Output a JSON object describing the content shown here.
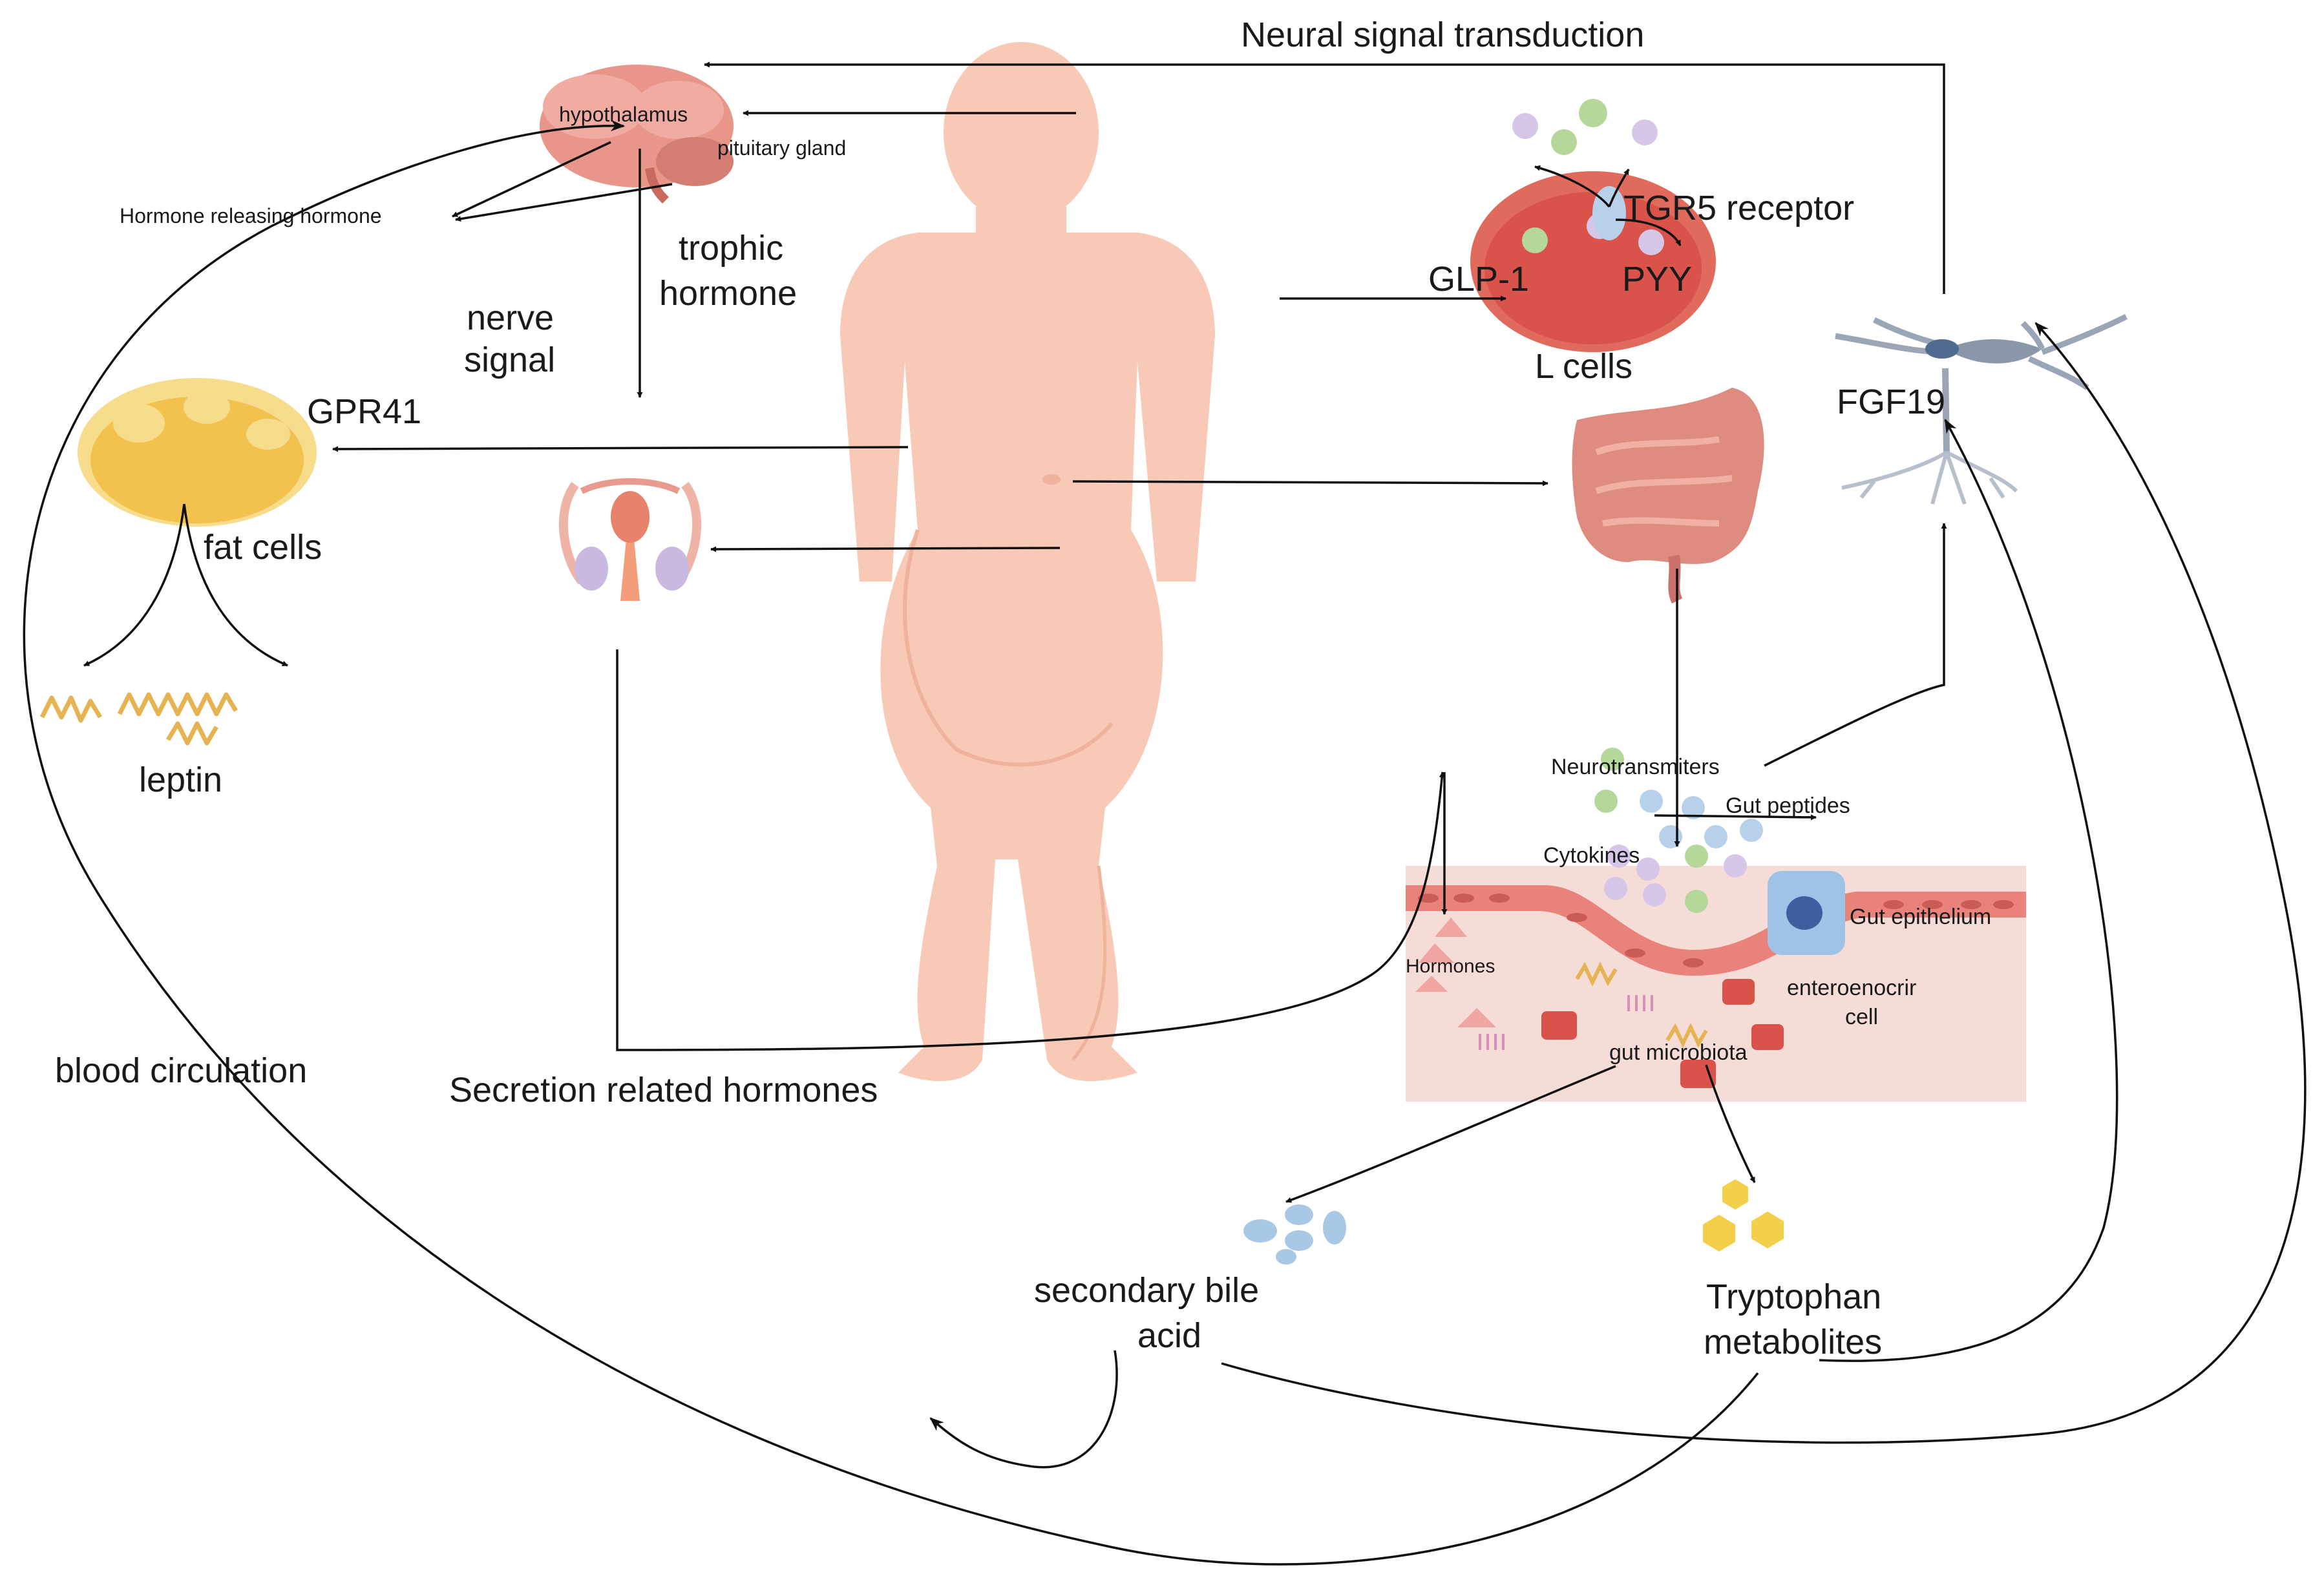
{
  "labels": {
    "neural_signal": "Neural signal transduction",
    "hypothalamus": "hypothalamus",
    "pituitary": "pituitary gland",
    "hormone_releasing": "Hormone releasing hormone",
    "trophic_1": "trophic",
    "trophic_2": "hormone",
    "nerve_1": "nerve",
    "nerve_2": "signal",
    "gpr41": "GPR41",
    "fat_cells": "fat cells",
    "leptin": "leptin",
    "tgr5": "TGR5 receptor",
    "glp1": "GLP-1",
    "pyy": "PYY",
    "l_cells": "L cells",
    "fgf19": "FGF19",
    "neurotransmitters": "Neurotransmiters",
    "gut_peptides": "Gut peptides",
    "cytokines": "Cytokines",
    "gut_epithelium": "Gut epithelium",
    "hormones": "Hormones",
    "enteroendocrine_1": "enteroenocrir",
    "enteroendocrine_2": "cell",
    "gut_microbiota": "gut microbiota",
    "blood_circulation": "blood circulation",
    "secretion_hormones": "Secretion related hormones",
    "secondary_bile_1": "secondary bile",
    "secondary_bile_2": "acid",
    "tryptophan_1": "Tryptophan",
    "tryptophan_2": "metabolites"
  },
  "colors": {
    "skin": "#f7c9b6",
    "skin_shadow": "#efb29c",
    "brain": "#e9968a",
    "fat": "#f2c14e",
    "l_cell": "#d9534a",
    "intestine": "#dd8c7f",
    "tissue": "#f6dcd6",
    "epithelium": "#e8827a",
    "neuron": "#8a97a8",
    "green_dot": "#b5d79a",
    "lilac_dot": "#d6c6e8",
    "blue_dot": "#b7d1ea",
    "bile": "#a9c8e6",
    "tryptophan": "#f3cf4a"
  },
  "icons": [
    "brain-icon",
    "human-body-icon",
    "fat-cell-icon",
    "leptin-icon",
    "reproductive-organ-icon",
    "l-cell-icon",
    "intestine-icon",
    "neuron-icon",
    "gut-tissue-icon",
    "bile-acid-icon",
    "tryptophan-icon"
  ]
}
